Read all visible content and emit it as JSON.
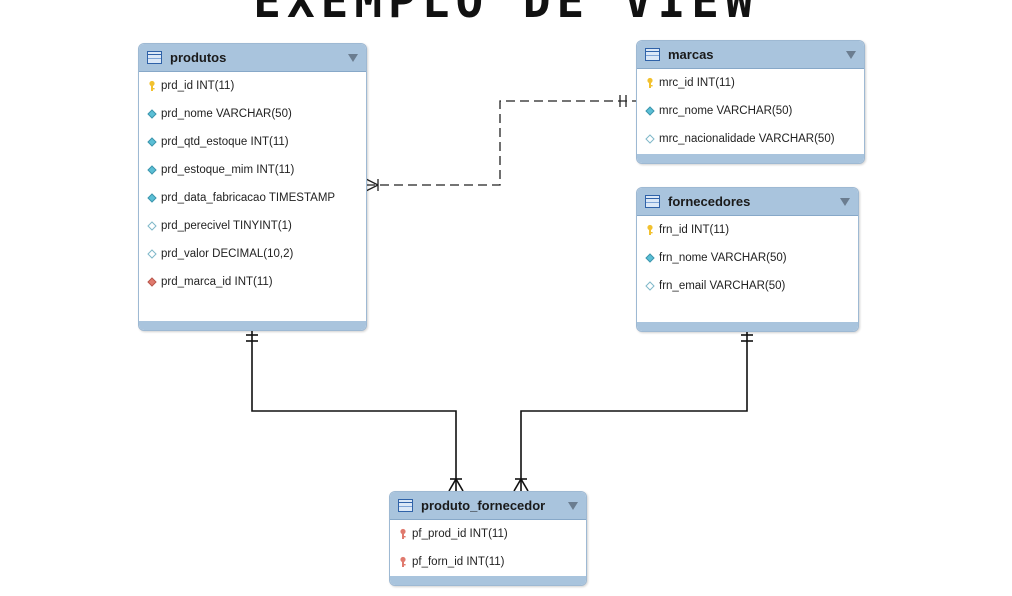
{
  "title": "EXEMPLO DE VIEW",
  "colors": {
    "header": "#a9c4dd",
    "border": "#9eb9d3",
    "key_icon": "#f2c12e",
    "fk_icon": "#e07a6e",
    "column_icon": "#5bbfd6"
  },
  "tables": {
    "produtos": {
      "name": "produtos",
      "columns": [
        {
          "text": "prd_id INT(11)",
          "icon": "primary-key-icon"
        },
        {
          "text": "prd_nome VARCHAR(50)",
          "icon": "not-null-column-icon"
        },
        {
          "text": "prd_qtd_estoque INT(11)",
          "icon": "not-null-column-icon"
        },
        {
          "text": "prd_estoque_mim INT(11)",
          "icon": "not-null-column-icon"
        },
        {
          "text": "prd_data_fabricacao TIMESTAMP",
          "icon": "not-null-column-icon"
        },
        {
          "text": "prd_perecivel TINYINT(1)",
          "icon": "nullable-column-icon"
        },
        {
          "text": "prd_valor DECIMAL(10,2)",
          "icon": "nullable-column-icon"
        },
        {
          "text": "prd_marca_id INT(11)",
          "icon": "foreign-key-column-icon"
        }
      ]
    },
    "marcas": {
      "name": "marcas",
      "columns": [
        {
          "text": "mrc_id INT(11)",
          "icon": "primary-key-icon"
        },
        {
          "text": "mrc_nome VARCHAR(50)",
          "icon": "not-null-column-icon"
        },
        {
          "text": "mrc_nacionalidade VARCHAR(50)",
          "icon": "nullable-column-icon"
        }
      ]
    },
    "fornecedores": {
      "name": "fornecedores",
      "columns": [
        {
          "text": "frn_id INT(11)",
          "icon": "primary-key-icon"
        },
        {
          "text": "frn_nome VARCHAR(50)",
          "icon": "not-null-column-icon"
        },
        {
          "text": "frn_email VARCHAR(50)",
          "icon": "nullable-column-icon"
        }
      ]
    },
    "produto_fornecedor": {
      "name": "produto_fornecedor",
      "columns": [
        {
          "text": "pf_prod_id INT(11)",
          "icon": "primary-foreign-key-icon"
        },
        {
          "text": "pf_forn_id INT(11)",
          "icon": "primary-foreign-key-icon"
        }
      ]
    }
  }
}
